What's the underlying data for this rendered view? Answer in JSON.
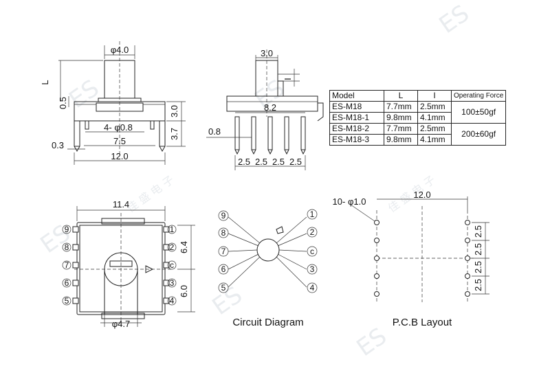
{
  "watermark": {
    "text": "ES",
    "subtext": "佳 盛 电 子"
  },
  "views": {
    "front": {
      "dims": {
        "shaft": "φ4.0",
        "L": "L",
        "d05": "0.5",
        "d30": "3.0",
        "d37": "3.7",
        "holes": "4- φ0.8",
        "w75": "7.5",
        "d03": "0.3",
        "w120": "12.0"
      }
    },
    "side": {
      "dims": {
        "shaft": "3.0",
        "I": "I",
        "w82": "8.2",
        "pin": "0.8",
        "pitch": [
          "2.5",
          "2.5",
          "2.5",
          "2.5"
        ]
      }
    },
    "top": {
      "dims": {
        "w114": "11.4",
        "h64": "6.4",
        "h60": "6.0",
        "dia47": "φ4.7"
      },
      "left_pins": [
        "9",
        "8",
        "7",
        "6",
        "5"
      ],
      "right_pins": [
        "1",
        "2",
        "c",
        "3",
        "4"
      ]
    },
    "circuit": {
      "caption": "Circuit Diagram",
      "left_pins": [
        "9",
        "8",
        "7",
        "6",
        "5"
      ],
      "right_pins": [
        "1",
        "2",
        "c",
        "3",
        "4"
      ]
    },
    "pcb": {
      "caption": "P.C.B Layout",
      "holes": "10- φ1.0",
      "w120": "12.0",
      "pitch": [
        "2.5",
        "2.5",
        "2.5",
        "2.5"
      ]
    }
  },
  "spec_table": {
    "headers": [
      "Model",
      "L",
      "I",
      "Operating Force"
    ],
    "rows": [
      {
        "model": "ES-M18",
        "L": "7.7mm",
        "I": "2.5mm"
      },
      {
        "model": "ES-M18-1",
        "L": "9.8mm",
        "I": "4.1mm"
      },
      {
        "model": "ES-M18-2",
        "L": "7.7mm",
        "I": "2.5mm"
      },
      {
        "model": "ES-M18-3",
        "L": "9.8mm",
        "I": "4.1mm"
      }
    ],
    "forces": [
      "100±50gf",
      "200±60gf"
    ]
  }
}
